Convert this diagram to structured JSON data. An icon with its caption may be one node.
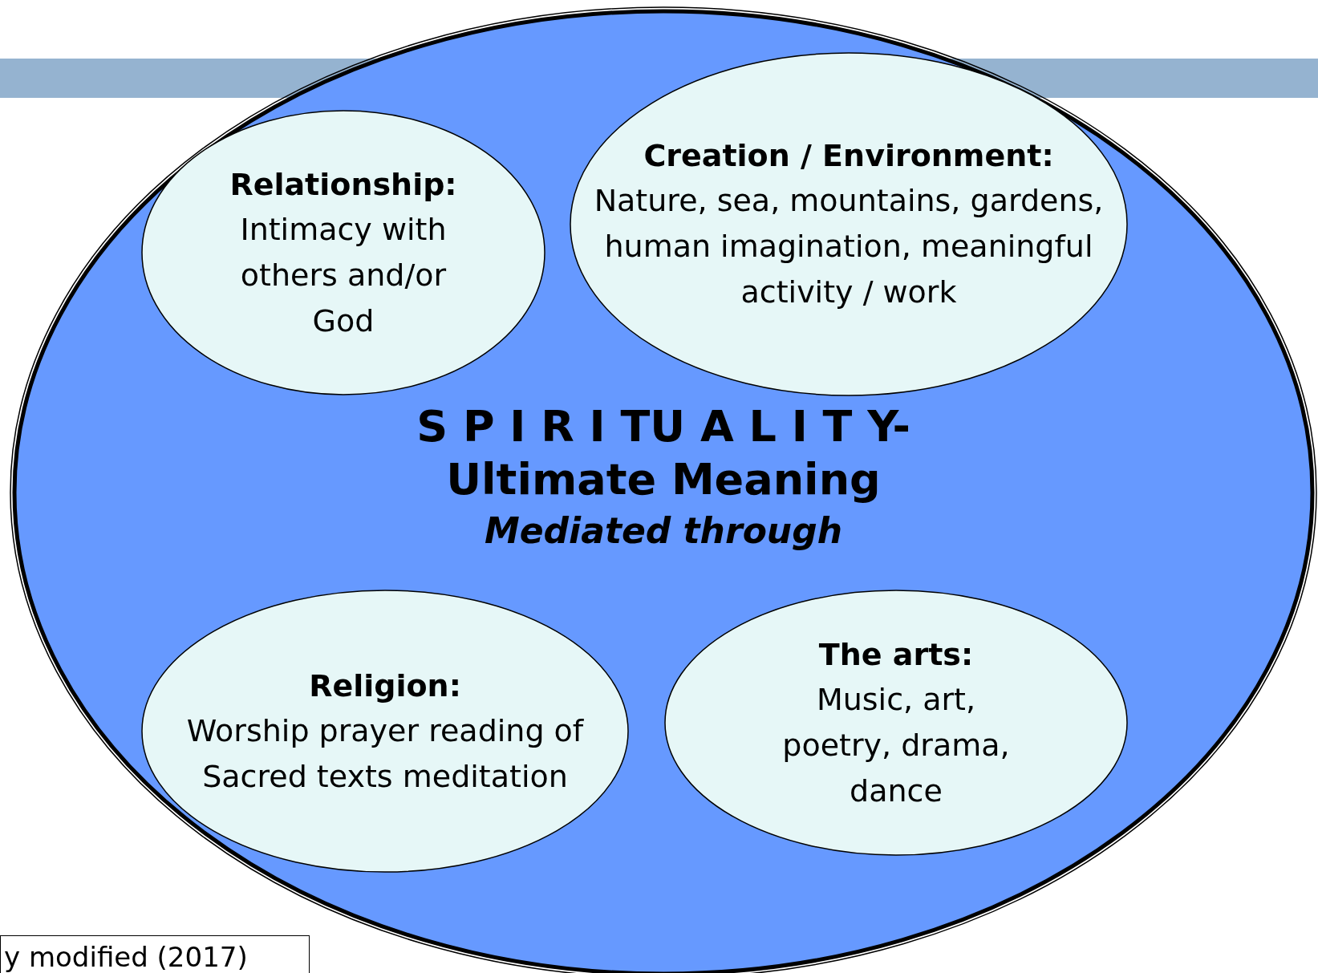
{
  "diagram": {
    "nodes": [
      {
        "text": [
          "S P I R I TU A L I T Y-",
          "Ultimate Meaning",
          "Mediated through"
        ]
      },
      {
        "text": [
          "Relationship:",
          "Intimacy with others and/or God"
        ],
        "in": 0
      },
      {
        "text": [
          "Creation / Environment:",
          "Nature, sea, mountains, gardens, human imagination, meaningful activity / work"
        ],
        "in": 0
      },
      {
        "text": [
          "Religion:",
          "Worship prayer reading of Sacred texts meditation"
        ],
        "in": 0
      },
      {
        "text": [
          "The arts:",
          "Music, art, poetry, drama, dance"
        ],
        "in": 0
      }
    ],
    "labels": [
      "y modified (2017)"
    ]
  }
}
